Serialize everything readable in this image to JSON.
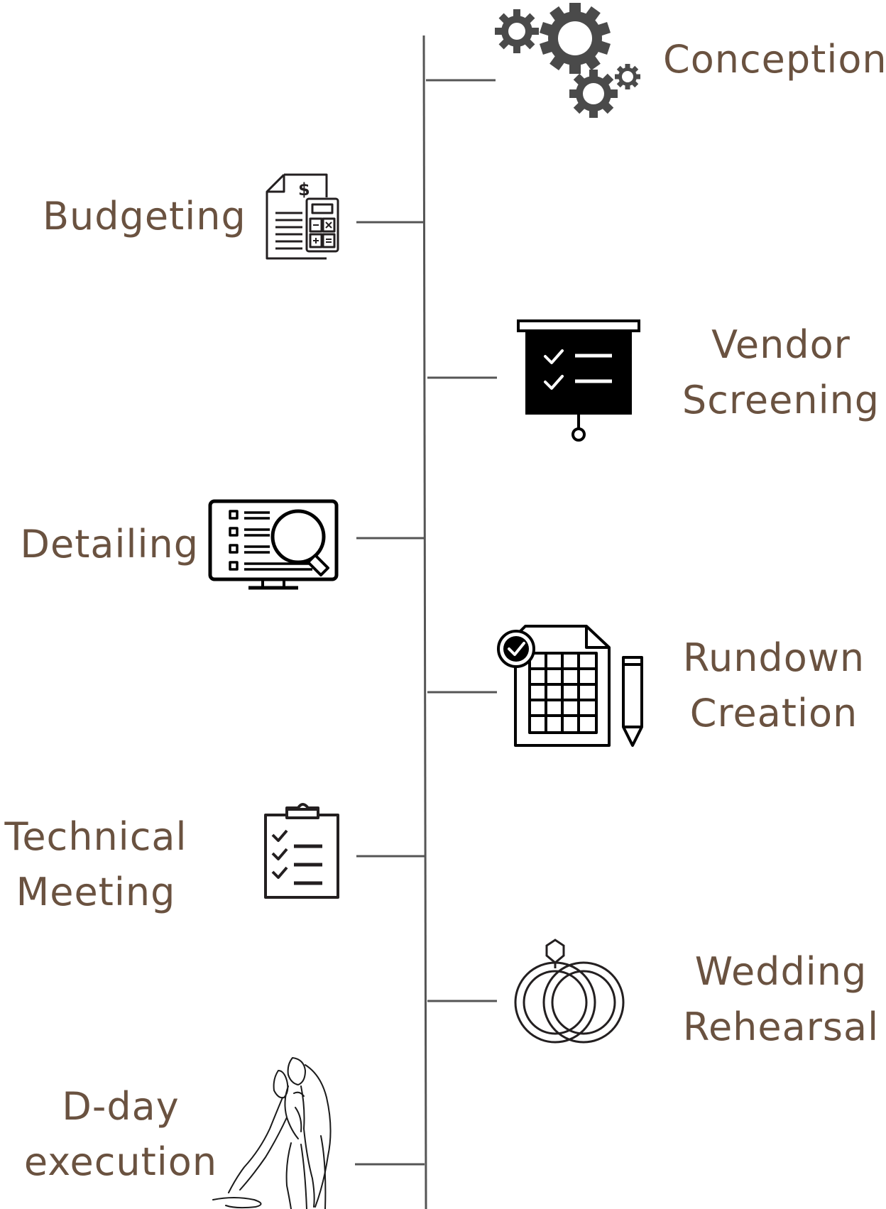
{
  "steps": [
    {
      "id": "conception",
      "side": "right",
      "lines": [
        "Conception"
      ],
      "icon": "gears-icon"
    },
    {
      "id": "budgeting",
      "side": "left",
      "lines": [
        "Budgeting"
      ],
      "icon": "budget-calculator-document-icon"
    },
    {
      "id": "vendor-screening",
      "side": "right",
      "lines": [
        "Vendor",
        "Screening"
      ],
      "icon": "presentation-board-checklist-icon"
    },
    {
      "id": "detailing",
      "side": "left",
      "lines": [
        "Detailing"
      ],
      "icon": "monitor-magnifier-list-icon"
    },
    {
      "id": "rundown-creation",
      "side": "right",
      "lines": [
        "Rundown",
        "Creation"
      ],
      "icon": "spreadsheet-pencil-icon"
    },
    {
      "id": "technical-meeting",
      "side": "left",
      "lines": [
        "Technical",
        "Meeting"
      ],
      "icon": "clipboard-checklist-icon"
    },
    {
      "id": "wedding-rehearsal",
      "side": "right",
      "lines": [
        "Wedding",
        "Rehearsal"
      ],
      "icon": "wedding-rings-icon"
    },
    {
      "id": "d-day-execution",
      "side": "left",
      "lines": [
        "D-day",
        "execution"
      ],
      "icon": "bride-groom-sketch-icon"
    }
  ],
  "colors": {
    "text": "#6a5240",
    "line": "#555555",
    "icon": "#231f20",
    "gear": "#4a4a4a"
  }
}
